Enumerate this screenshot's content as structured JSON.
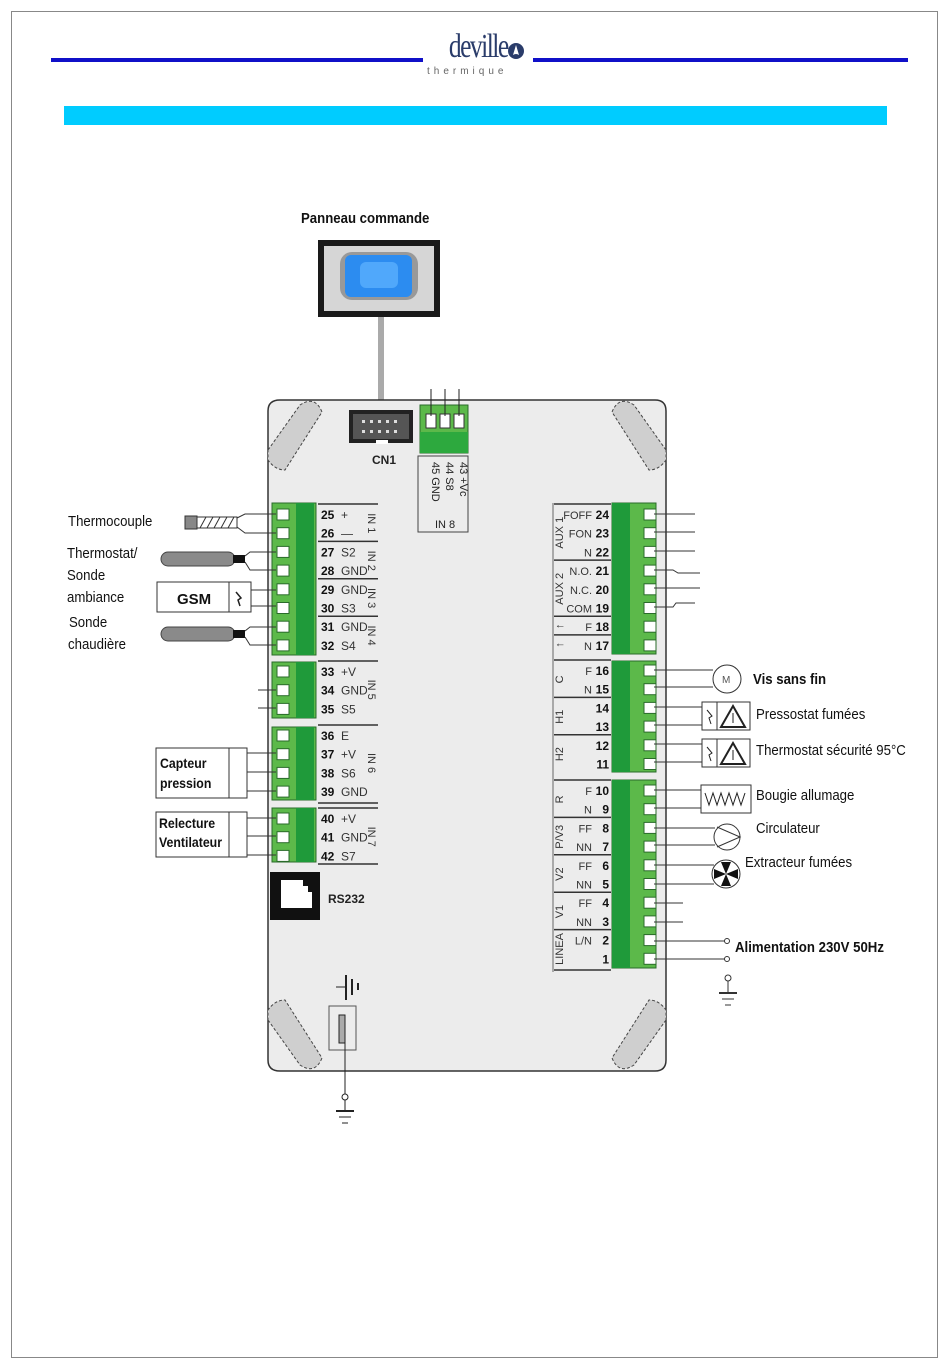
{
  "header": {
    "brand": "deville",
    "brand_sub": "thermique",
    "accent_line_color": "#1010c8",
    "banner_color": "#00ccff"
  },
  "diagram": {
    "control_panel_label": "Panneau commande",
    "connector_cn1": "CN1",
    "rs232": "RS232",
    "in8": {
      "group": "IN 8",
      "pins": [
        {
          "num": "43",
          "name": "+Vc"
        },
        {
          "num": "44",
          "name": "S8"
        },
        {
          "num": "45",
          "name": "GND"
        }
      ]
    },
    "left_groups": [
      {
        "group": "IN 1",
        "pins": [
          {
            "num": "25",
            "name": "+"
          },
          {
            "num": "26",
            "name": "—"
          }
        ]
      },
      {
        "group": "IN 2",
        "pins": [
          {
            "num": "27",
            "name": "S2"
          },
          {
            "num": "28",
            "name": "GND"
          }
        ]
      },
      {
        "group": "IN 3",
        "pins": [
          {
            "num": "29",
            "name": "GND"
          },
          {
            "num": "30",
            "name": "S3"
          }
        ]
      },
      {
        "group": "IN 4",
        "pins": [
          {
            "num": "31",
            "name": "GND"
          },
          {
            "num": "32",
            "name": "S4"
          }
        ]
      },
      {
        "group": "IN 5",
        "pins": [
          {
            "num": "33",
            "name": "+V"
          },
          {
            "num": "34",
            "name": "GND"
          },
          {
            "num": "35",
            "name": "S5"
          }
        ]
      },
      {
        "group": "IN 6",
        "pins": [
          {
            "num": "36",
            "name": "E"
          },
          {
            "num": "37",
            "name": "+V"
          },
          {
            "num": "38",
            "name": "S6"
          },
          {
            "num": "39",
            "name": "GND"
          }
        ]
      },
      {
        "group": "IN 7",
        "pins": [
          {
            "num": "40",
            "name": "+V"
          },
          {
            "num": "41",
            "name": "GND"
          },
          {
            "num": "42",
            "name": "S7"
          }
        ]
      }
    ],
    "right_groups": [
      {
        "group": "AUX 1",
        "pins": [
          {
            "num": "24",
            "name": "FOFF"
          },
          {
            "num": "23",
            "name": "FON"
          },
          {
            "num": "22",
            "name": "N"
          }
        ]
      },
      {
        "group": "AUX 2",
        "pins": [
          {
            "num": "21",
            "name": "N.O."
          },
          {
            "num": "20",
            "name": "N.C."
          },
          {
            "num": "19",
            "name": "COM"
          }
        ]
      },
      {
        "group": "↑",
        "pins": [
          {
            "num": "18",
            "name": "F"
          }
        ]
      },
      {
        "group": "↑",
        "pins": [
          {
            "num": "17",
            "name": "N"
          }
        ]
      },
      {
        "group": "C",
        "pins": [
          {
            "num": "16",
            "name": "F"
          },
          {
            "num": "15",
            "name": "N"
          }
        ]
      },
      {
        "group": "H1",
        "pins": [
          {
            "num": "14",
            "name": ""
          },
          {
            "num": "13",
            "name": ""
          }
        ]
      },
      {
        "group": "H2",
        "pins": [
          {
            "num": "12",
            "name": ""
          },
          {
            "num": "11",
            "name": ""
          }
        ]
      },
      {
        "group": "R",
        "pins": [
          {
            "num": "10",
            "name": "F"
          },
          {
            "num": "9",
            "name": "N"
          }
        ]
      },
      {
        "group": "P/V3",
        "pins": [
          {
            "num": "8",
            "name": "FF"
          },
          {
            "num": "7",
            "name": "NN"
          }
        ]
      },
      {
        "group": "V2",
        "pins": [
          {
            "num": "6",
            "name": "FF"
          },
          {
            "num": "5",
            "name": "NN"
          }
        ]
      },
      {
        "group": "V1",
        "pins": [
          {
            "num": "4",
            "name": "FF"
          },
          {
            "num": "3",
            "name": "NN"
          }
        ]
      },
      {
        "group": "LINEA",
        "pins": [
          {
            "num": "2",
            "name": "L/N"
          },
          {
            "num": "1",
            "name": ""
          }
        ]
      }
    ],
    "left_devices": {
      "thermocouple": "Thermocouple",
      "thermostat_1": "Thermostat/",
      "thermostat_2": "Sonde",
      "thermostat_3": "ambiance",
      "gsm": "GSM",
      "sonde_chaudiere_1": "Sonde",
      "sonde_chaudiere_2": "chaudière",
      "capteur_1": "Capteur",
      "capteur_2": "pression",
      "relecture_1": "Relecture",
      "relecture_2": "Ventilateur"
    },
    "right_devices": {
      "motor_symbol": "M",
      "vis_sans_fin": "Vis sans fin",
      "pressostat": "Pressostat fumées",
      "thermostat_securite": "Thermostat sécurité 95°C",
      "bougie": "Bougie allumage",
      "circulateur": "Circulateur",
      "extracteur": "Extracteur fumées",
      "alimentation": "Alimentation 230V 50Hz"
    },
    "colors": {
      "terminal_light": "#5cb94a",
      "terminal_dark": "#1f9a3a",
      "board": "#ececec"
    }
  }
}
